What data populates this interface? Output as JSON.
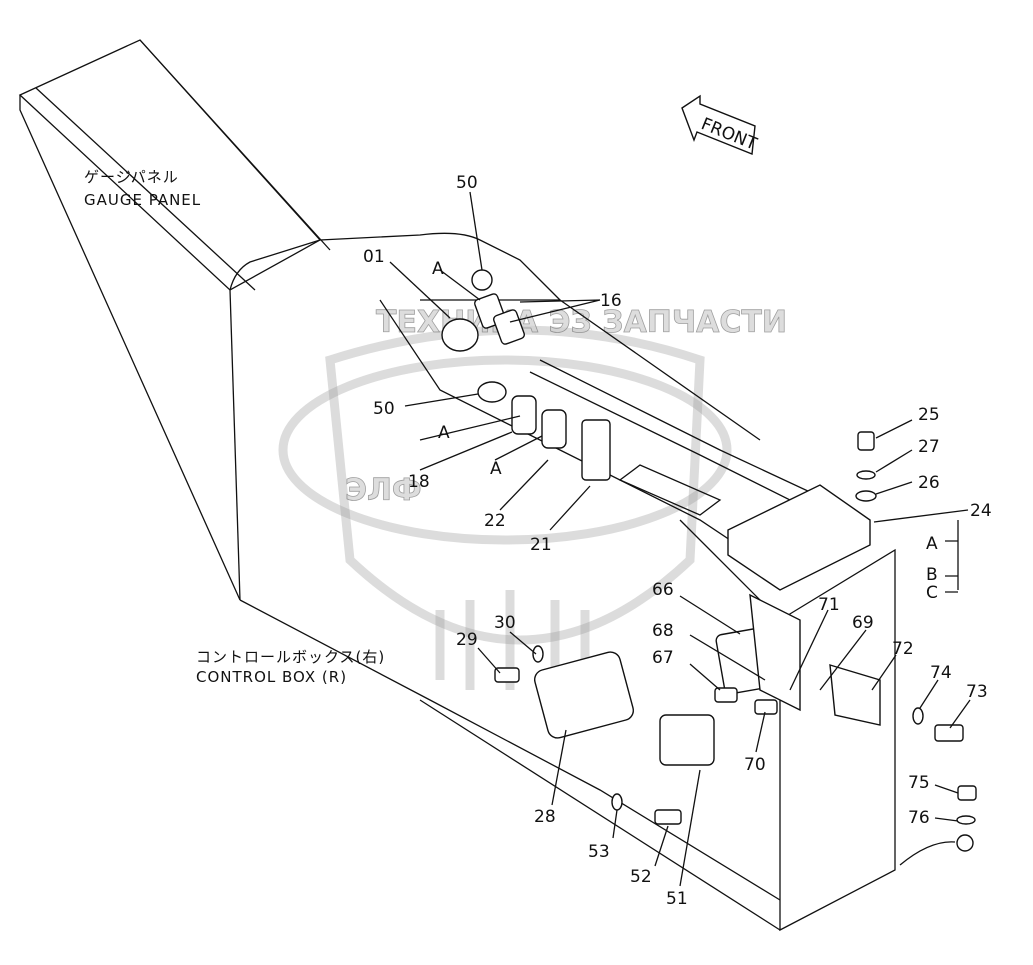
{
  "diagram": {
    "direction_label": "FRONT",
    "gauge_panel": {
      "jp": "ゲージパネル",
      "en": "GAUGE PANEL"
    },
    "control_box": {
      "jp": "コントロールボックス(右)",
      "en": "CONTROL BOX (R)"
    },
    "watermark": {
      "text": "ТЕХНИКА ЭЗ ЗАПЧАСТИ",
      "logo": "ЭЛФ"
    },
    "callouts": {
      "p50a": "50",
      "p01": "01",
      "pA1": "A",
      "p16": "16",
      "p50b": "50",
      "pA2": "A",
      "p18": "18",
      "pA3": "A",
      "p22": "22",
      "p21": "21",
      "p25": "25",
      "p27": "27",
      "p26": "26",
      "p24": "24",
      "subA": "A",
      "subB": "B",
      "subC": "C",
      "p66": "66",
      "p68": "68",
      "p67": "67",
      "p71": "71",
      "p69": "69",
      "p72": "72",
      "p70": "70",
      "p74": "74",
      "p73": "73",
      "p75": "75",
      "p76": "76",
      "p30": "30",
      "p29": "29",
      "p28": "28",
      "p53": "53",
      "p52": "52",
      "p51": "51"
    }
  }
}
